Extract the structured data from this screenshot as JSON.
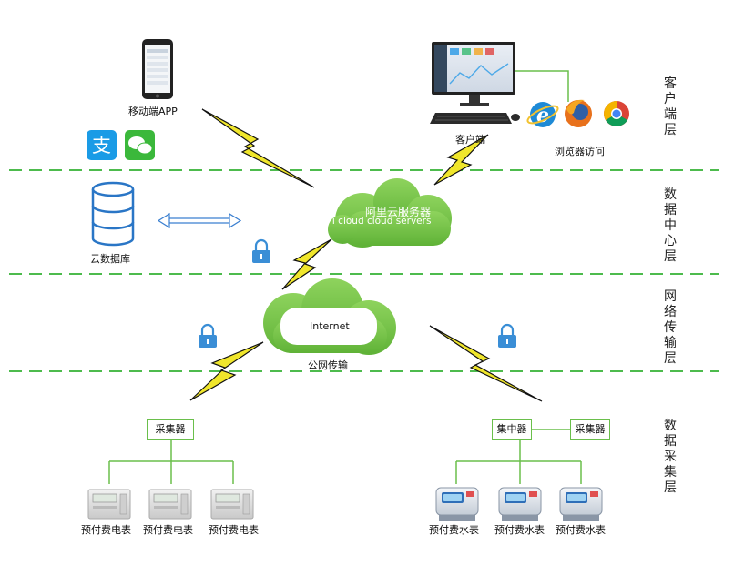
{
  "colors": {
    "divider": "#4dbb4d",
    "cloud": "#76c545",
    "line": "#6abf4b",
    "lightning_fill": "#f0e62c",
    "lightning_stroke": "#111111",
    "lock": "#3a8ed6"
  },
  "layers": {
    "client": [
      "客",
      "户",
      "端",
      "层"
    ],
    "datacenter": [
      "数",
      "据",
      "中",
      "心",
      "层"
    ],
    "network": [
      "网",
      "络",
      "传",
      "输",
      "层"
    ],
    "acquisition": [
      "数",
      "据",
      "采",
      "集",
      "层"
    ]
  },
  "client": {
    "mobile_label": "移动端APP",
    "desktop_label": "客户端",
    "browser_label": "浏览器访问",
    "pay_icons": [
      "alipay-icon",
      "wechat-icon"
    ],
    "browser_icons": [
      "ie-icon",
      "firefox-icon",
      "chrome-icon"
    ]
  },
  "datacenter": {
    "db_label": "云数据库",
    "cloud_title": "阿里云服务器",
    "cloud_subtitle": "li cloud  cloud servers"
  },
  "network": {
    "cloud_title": "Internet",
    "label": "公网传输"
  },
  "acquisition": {
    "left_collector": "采集器",
    "right_concentrator": "集中器",
    "right_collector": "采集器",
    "electric_meters": [
      "预付费电表",
      "预付费电表",
      "预付费电表"
    ],
    "water_meters": [
      "预付费水表",
      "预付费水表",
      "预付费水表"
    ]
  }
}
